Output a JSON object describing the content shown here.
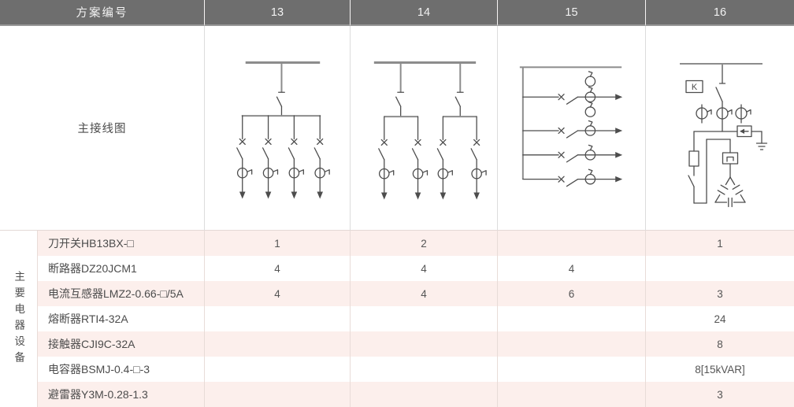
{
  "header": {
    "scheme_label": "方案编号",
    "schemes": [
      "13",
      "14",
      "15",
      "16"
    ]
  },
  "diagram_section": {
    "label": "主接线图",
    "k_label": "K"
  },
  "equipment_section": {
    "group_label": "主要电器设备",
    "rows": [
      {
        "name": "刀开关HB13BX-□",
        "values": [
          "1",
          "2",
          "",
          "1"
        ]
      },
      {
        "name": "断路器DZ20JCM1",
        "values": [
          "4",
          "4",
          "4",
          ""
        ]
      },
      {
        "name": "电流互感器LMZ2-0.66-□/5A",
        "values": [
          "4",
          "4",
          "6",
          "3"
        ]
      },
      {
        "name": "熔断器RTI4-32A",
        "values": [
          "",
          "",
          "",
          "24"
        ]
      },
      {
        "name": "接触器CJI9C-32A",
        "values": [
          "",
          "",
          "",
          "8"
        ]
      },
      {
        "name": "电容器BSMJ-0.4-□-3",
        "values": [
          "",
          "",
          "",
          "8[15kVAR]"
        ]
      },
      {
        "name": "避雷器Y3M-0.28-1.3",
        "values": [
          "",
          "",
          "",
          "3"
        ]
      }
    ]
  },
  "colors": {
    "header_bg": "#6e6e6e",
    "header_text": "#f2f2f2",
    "stripe_pink": "#fcefec",
    "grid_line": "#e8dcd8",
    "text": "#4c4c4c",
    "diagram_stroke": "#4d4d4d",
    "bus_stroke": "#8c8c8c"
  }
}
